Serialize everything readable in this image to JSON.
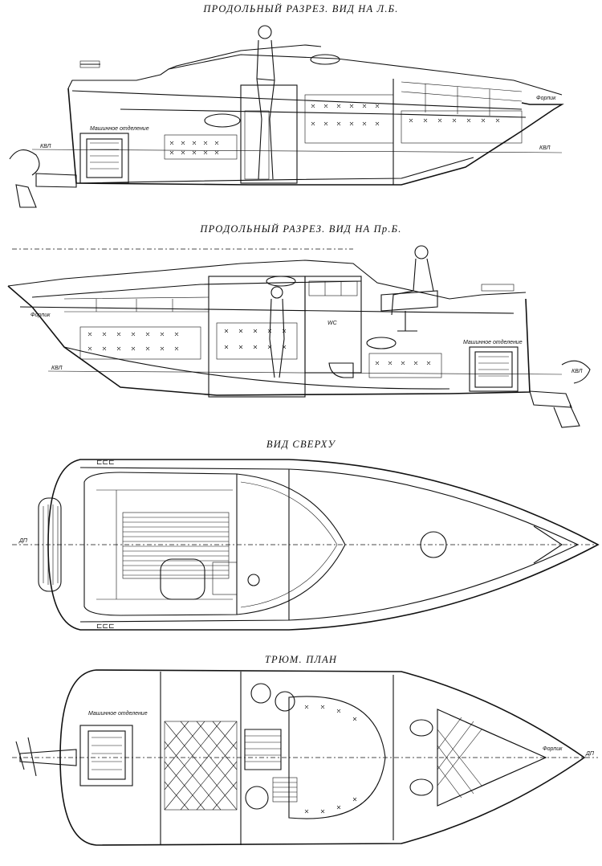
{
  "titles": {
    "side_lb": "ПРОДОЛЬНЫЙ РАЗРЕЗ. ВИД НА Л.Б.",
    "side_pb": "ПРОДОЛЬНЫЙ РАЗРЕЗ. ВИД НА Пр.Б.",
    "top": "ВИД СВЕРХУ",
    "hold": "ТРЮМ.    ПЛАН"
  },
  "labels": {
    "engine_room": "Машинное отделение",
    "forepeak": "Форпик",
    "waterline": "КВЛ",
    "centerline": "ДП",
    "wc": "WC"
  }
}
